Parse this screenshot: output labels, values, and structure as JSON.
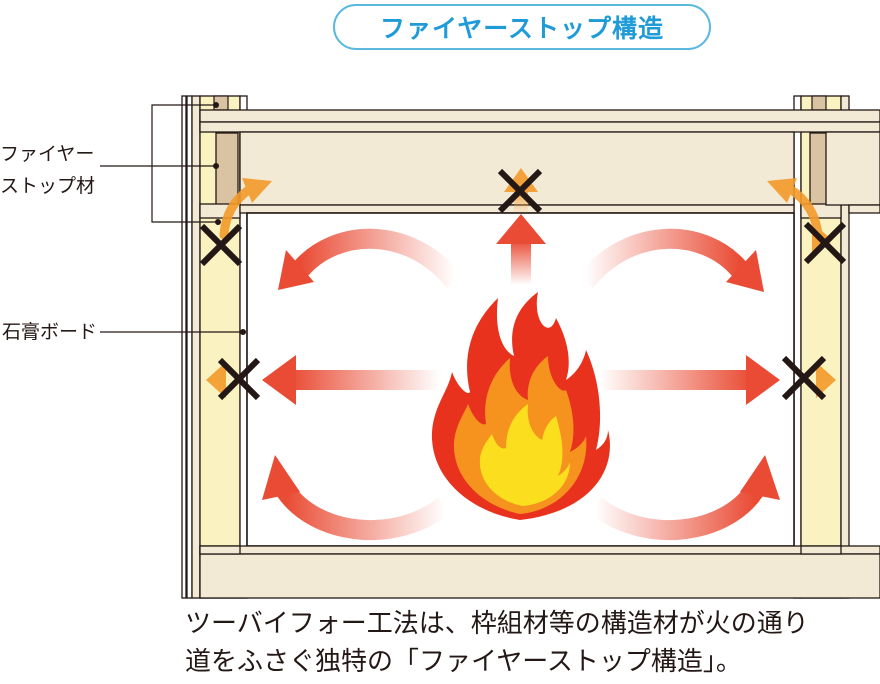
{
  "title": "ファイヤーストップ構造",
  "labels": {
    "firestop_line1": "ファイヤー",
    "firestop_line2": "ストップ材",
    "gypsum_board": "石膏ボード"
  },
  "caption": {
    "line1": "ツーバイフォー工法は、枠組材等の構造材が火の通り",
    "line2": "道をふさぐ独特の「ファイヤーストップ構造」。"
  },
  "colors": {
    "title_text": "#1f9bd7",
    "title_border": "#5bb8df",
    "wood": "#f3ead6",
    "stud": "#d9c3a3",
    "insulation": "#fbf2c2",
    "arrow": "#e94b34",
    "flame_outer": "#e9321d",
    "flame_mid": "#f5931e",
    "flame_inner": "#fbdf1e"
  }
}
